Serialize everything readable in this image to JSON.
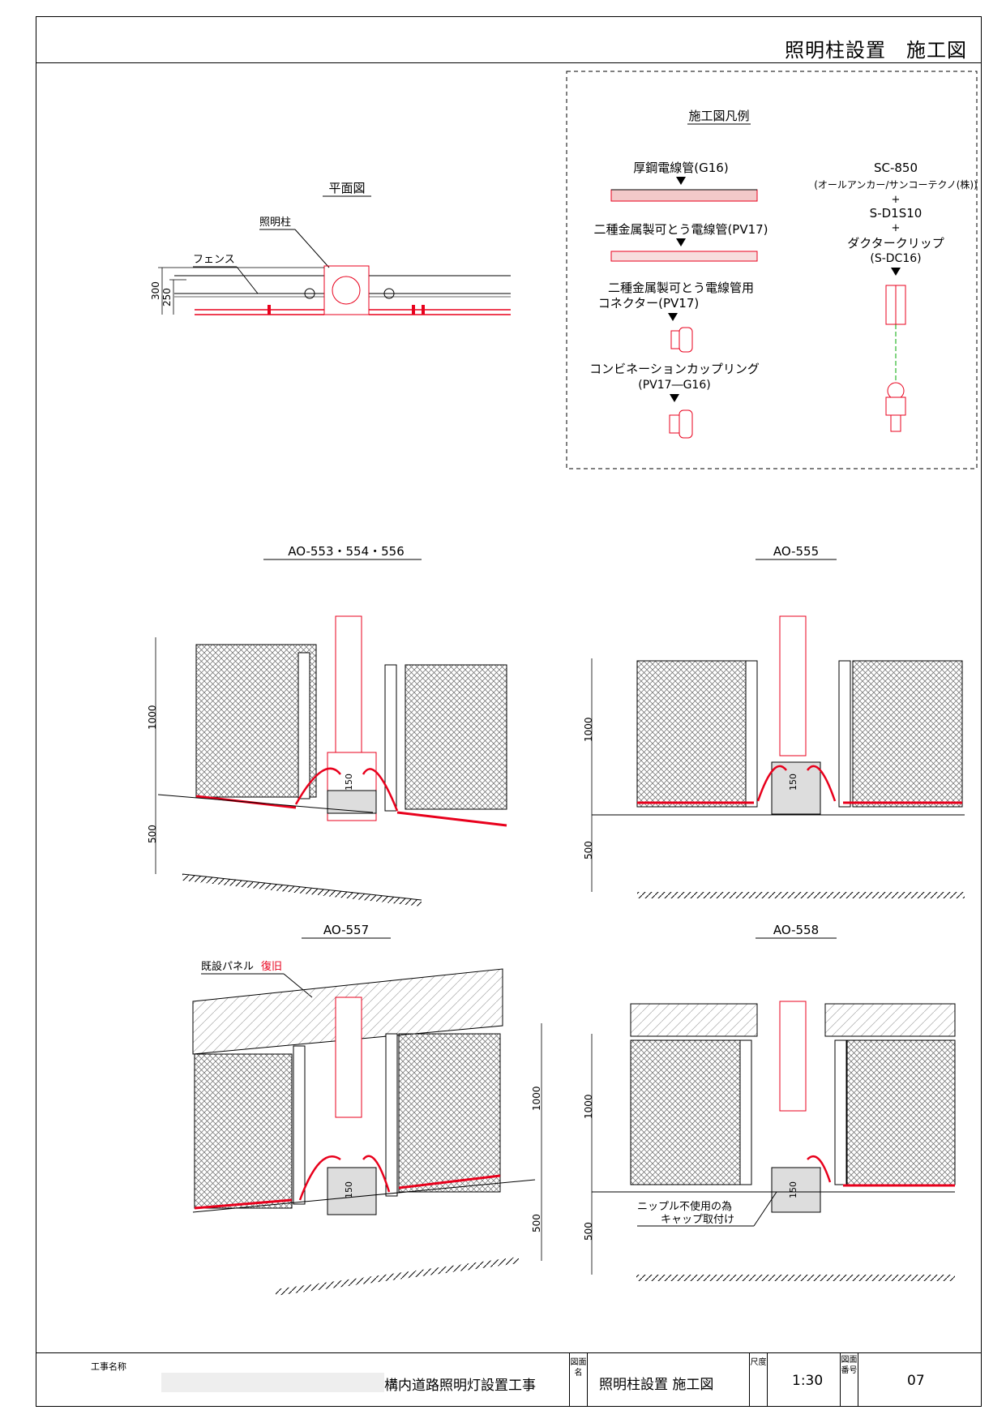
{
  "header": {
    "title": "照明柱設置　施工図"
  },
  "legend": {
    "heading": "施工図凡例",
    "g16": "厚鋼電線管(G16)",
    "pv17": "二種金属製可とう電線管(PV17)",
    "connector_1": "二種金属製可とう電線管用",
    "connector_2": "コネクター(PV17)",
    "coupling_1": "コンビネーションカップリング",
    "coupling_2": "(PV17―G16)",
    "sc_1": "SC-850",
    "sc_2": "(オールアンカー/サンコーテクノ(株))",
    "plus": "+",
    "sd": "S-D1S10",
    "clip_1": "ダクタークリップ",
    "clip_2": "(S-DC16)"
  },
  "plan": {
    "heading": "平面図",
    "pole_label": "照明柱",
    "fence_label": "フェンス",
    "dim_300": "300",
    "dim_250": "250"
  },
  "sections": {
    "s1": {
      "title": "AO-553・554・556",
      "dim_h": "1000",
      "dim_b": "500",
      "dim_150": "150"
    },
    "s2": {
      "title": "AO-555",
      "dim_h": "1000",
      "dim_b": "500",
      "dim_150": "150"
    },
    "s3": {
      "title": "AO-557",
      "note_a": "既設パネル",
      "note_b": "復旧",
      "dim_h": "1000",
      "dim_b": "500",
      "dim_150": "150"
    },
    "s4": {
      "title": "AO-558",
      "note_1": "ニップル不使用の為",
      "note_2": "キャップ取付け",
      "dim_h": "1000",
      "dim_b": "500",
      "dim_150": "150"
    }
  },
  "title_block": {
    "project_label": "工事名称",
    "project_name": "構内道路照明灯設置工事",
    "drawing_name_label": "図面名",
    "drawing_name": "照明柱設置 施工図",
    "scale_label": "尺度",
    "scale": "1:30",
    "number_label": "図面番号",
    "number": "07"
  },
  "colors": {
    "line": "#000000",
    "conduit": "#e8001c",
    "fill": "#f3c9c9",
    "hatch": "#999999"
  }
}
